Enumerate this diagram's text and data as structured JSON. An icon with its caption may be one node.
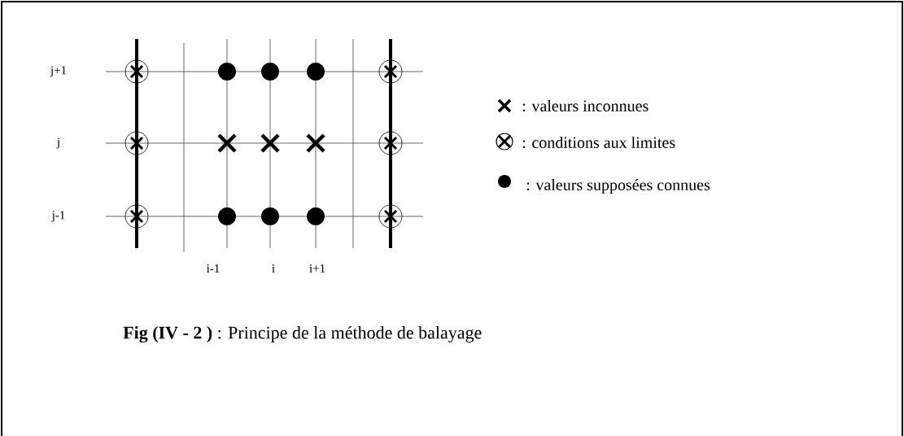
{
  "diagram": {
    "caption": "**Fig (IV - 2 )** : Principe de la méthode de balayage",
    "labels": [
      "j+1",
      "j",
      "j-1",
      "i-1",
      "i",
      "i+1"
    ],
    "legend": [
      {
        "text": ":  valeurs inconnues"
      },
      {
        "text": ": conditions aux limites"
      },
      {
        "text": ": valeurs supposées connues"
      }
    ]
  }
}
